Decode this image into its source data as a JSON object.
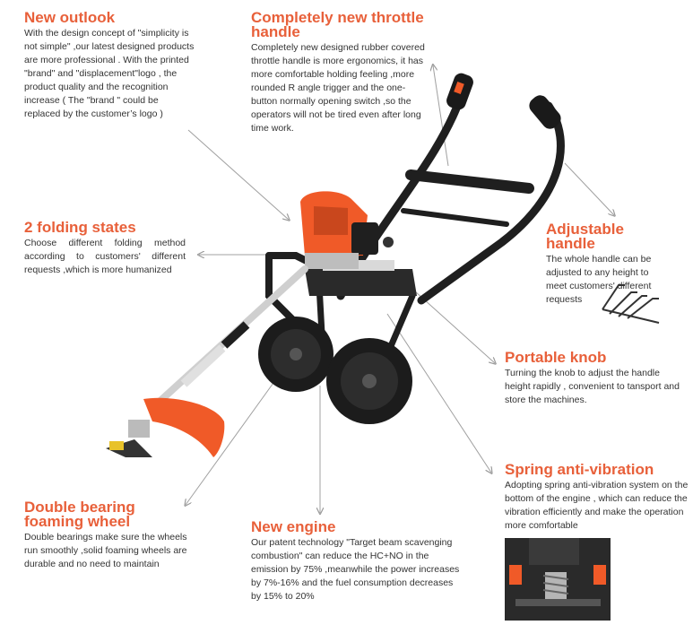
{
  "colors": {
    "accent": "#e8603a",
    "text": "#333333",
    "arrow": "#9a9a9a",
    "orange": "#f05a28",
    "black": "#1f1f1f"
  },
  "features": {
    "new_outlook": {
      "title": "New outlook",
      "desc": "With the design concept of \"simplicity is not simple\" ,our latest designed products are more professional . With the printed \"brand\" and \"displacement\"logo , the product quality and the recognition increase ( The \"brand \" could be replaced by the customer’s logo )"
    },
    "throttle": {
      "title": "Completely new throttle handle",
      "desc": "Completely new designed rubber covered throttle handle is more ergonomics, it has more comfortable holding feeling ,more rounded R angle trigger and the one-button normally opening switch ,so the operators will not be tired even after long time work."
    },
    "folding": {
      "title": "2 folding states",
      "desc": "Choose different folding method according to customers' different requests ,which is more humanized"
    },
    "adjustable": {
      "title": "Adjustable handle",
      "desc": "The whole handle can be adjusted to any height to meet customers' different requests"
    },
    "knob": {
      "title": "Portable knob",
      "desc": "Turning the knob to adjust the handle height rapidly , convenient to tansport and store the machines."
    },
    "spring": {
      "title": "Spring anti-vibration",
      "desc": "Adopting spring anti-vibration system on the bottom of the engine , which can reduce the vibration efficiently and make the operation more comfortable"
    },
    "bearing": {
      "title": "Double bearing foaming wheel",
      "desc": "Double bearings make sure the wheels run smoothly ,solid foaming wheels are durable and no need to maintain"
    },
    "engine": {
      "title": "New engine",
      "desc": "Our patent technology \"Target beam scavenging combustion\" can reduce the HC+NO in the emission by 75% ,meanwhile the power increases by 7%-16% and the fuel consumption decreases by 15% to 20%"
    }
  },
  "icons": [
    "wheeled-brush-cutter-illustration",
    "folding-handle-inset",
    "spring-damper-inset",
    "callout-arrow"
  ]
}
